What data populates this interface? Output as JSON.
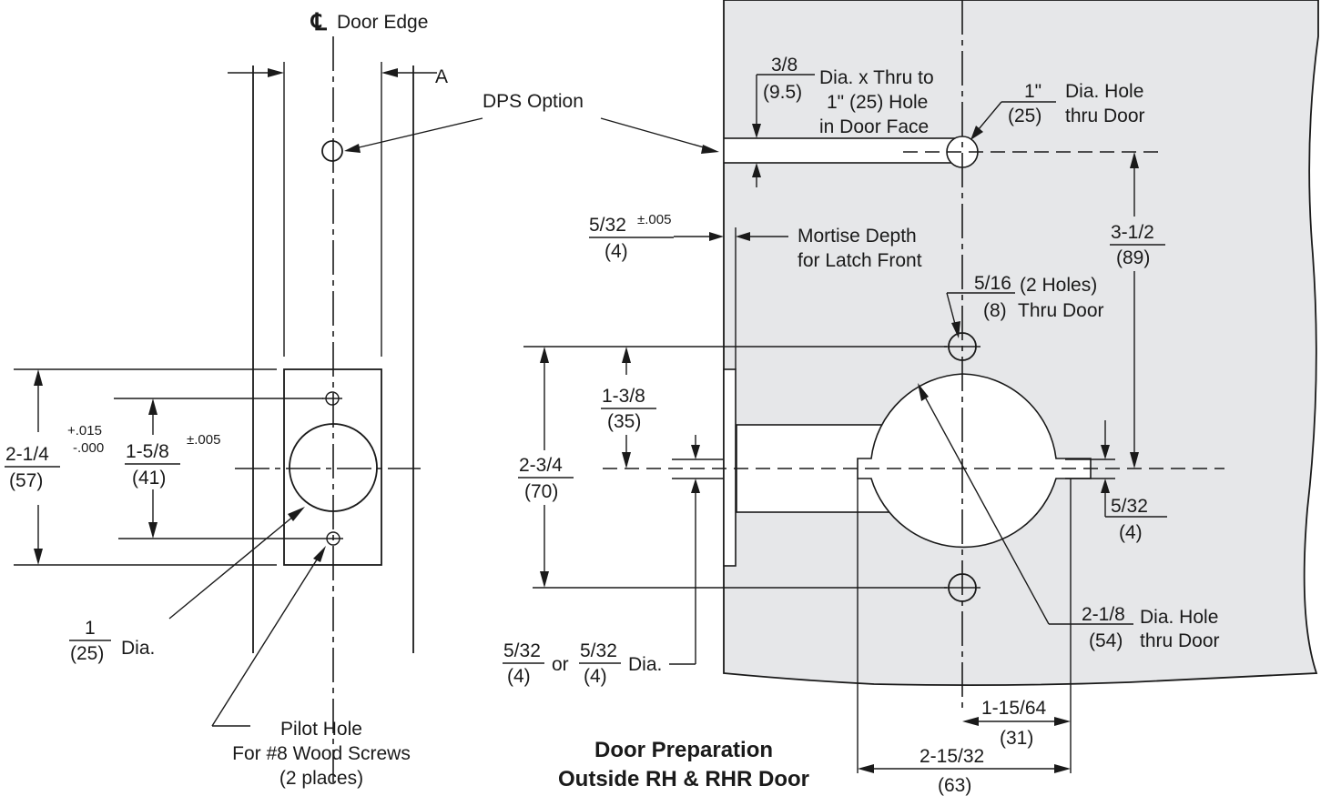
{
  "colors": {
    "ink": "#1a1a1a",
    "door_fill": "#e6e7e9",
    "background": "#ffffff"
  },
  "edge_view": {
    "cl_symbol": "℄",
    "cl_title": "Door Edge",
    "dim_a_label": "A",
    "dps_option": "DPS Option",
    "dim_2_1_4": {
      "num": "2-1/4",
      "den": "(57)",
      "tol_plus": "+.015",
      "tol_minus": "-.000"
    },
    "dim_1_5_8": {
      "num": "1-5/8",
      "den": "(41)",
      "tol": "±.005"
    },
    "dia_1": {
      "num": "1",
      "den": "(25)",
      "suffix": "Dia."
    },
    "pilot_hole": [
      "Pilot Hole",
      "For #8 Wood Screws",
      "(2 places)"
    ]
  },
  "face_view": {
    "dia_3_8": {
      "num": "3/8",
      "den": "(9.5)",
      "lines": [
        "Dia. x Thru to",
        "1\" (25) Hole",
        "in Door Face"
      ]
    },
    "dia_1_hole": {
      "num": "1\"",
      "den": "(25)",
      "lines": [
        "Dia. Hole",
        "thru Door"
      ]
    },
    "mortise_5_32": {
      "num": "5/32",
      "tol": "±.005",
      "den": "(4)"
    },
    "mortise_label": [
      "Mortise Depth",
      "for Latch Front"
    ],
    "dim_3_1_2": {
      "num": "3-1/2",
      "den": "(89)"
    },
    "holes_5_16": {
      "num": "5/16",
      "den": "(8)",
      "line1": "(2 Holes)",
      "line2": "Thru Door"
    },
    "dim_1_3_8": {
      "num": "1-3/8",
      "den": "(35)"
    },
    "dim_2_3_4": {
      "num": "2-3/4",
      "den": "(70)"
    },
    "dim_5_32_right": {
      "num": "5/32",
      "den": "(4)"
    },
    "dia_2_1_8": {
      "num": "2-1/8",
      "den": "(54)",
      "lines": [
        "Dia. Hole",
        "thru Door"
      ]
    },
    "dia_5_32_or": {
      "num1": "5/32",
      "den1": "(4)",
      "or": "or",
      "num2": "5/32",
      "den2": "(4)",
      "suffix": "Dia."
    },
    "dim_1_15_64": {
      "num": "1-15/64",
      "den": "(31)"
    },
    "dim_2_15_32": {
      "num": "2-15/32",
      "den": "(63)"
    },
    "title": [
      "Door Preparation",
      "Outside RH & RHR Door"
    ]
  }
}
